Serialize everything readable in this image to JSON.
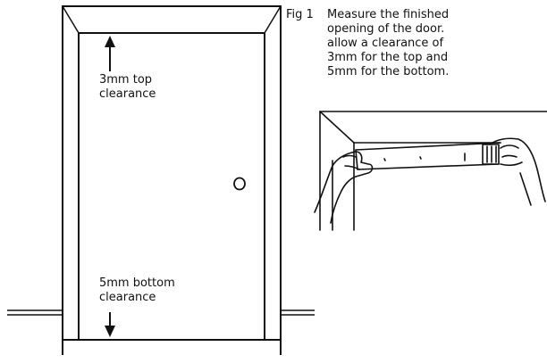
{
  "figure": {
    "number": "Fig 1",
    "caption_lines": [
      "Measure the finished",
      "opening of the door.",
      "allow a clearance of",
      "3mm for the top and",
      "5mm for the bottom."
    ]
  },
  "door": {
    "top_clearance_lines": [
      "3mm top",
      "clearance"
    ],
    "bottom_clearance_lines": [
      "5mm bottom",
      "clearance"
    ]
  }
}
